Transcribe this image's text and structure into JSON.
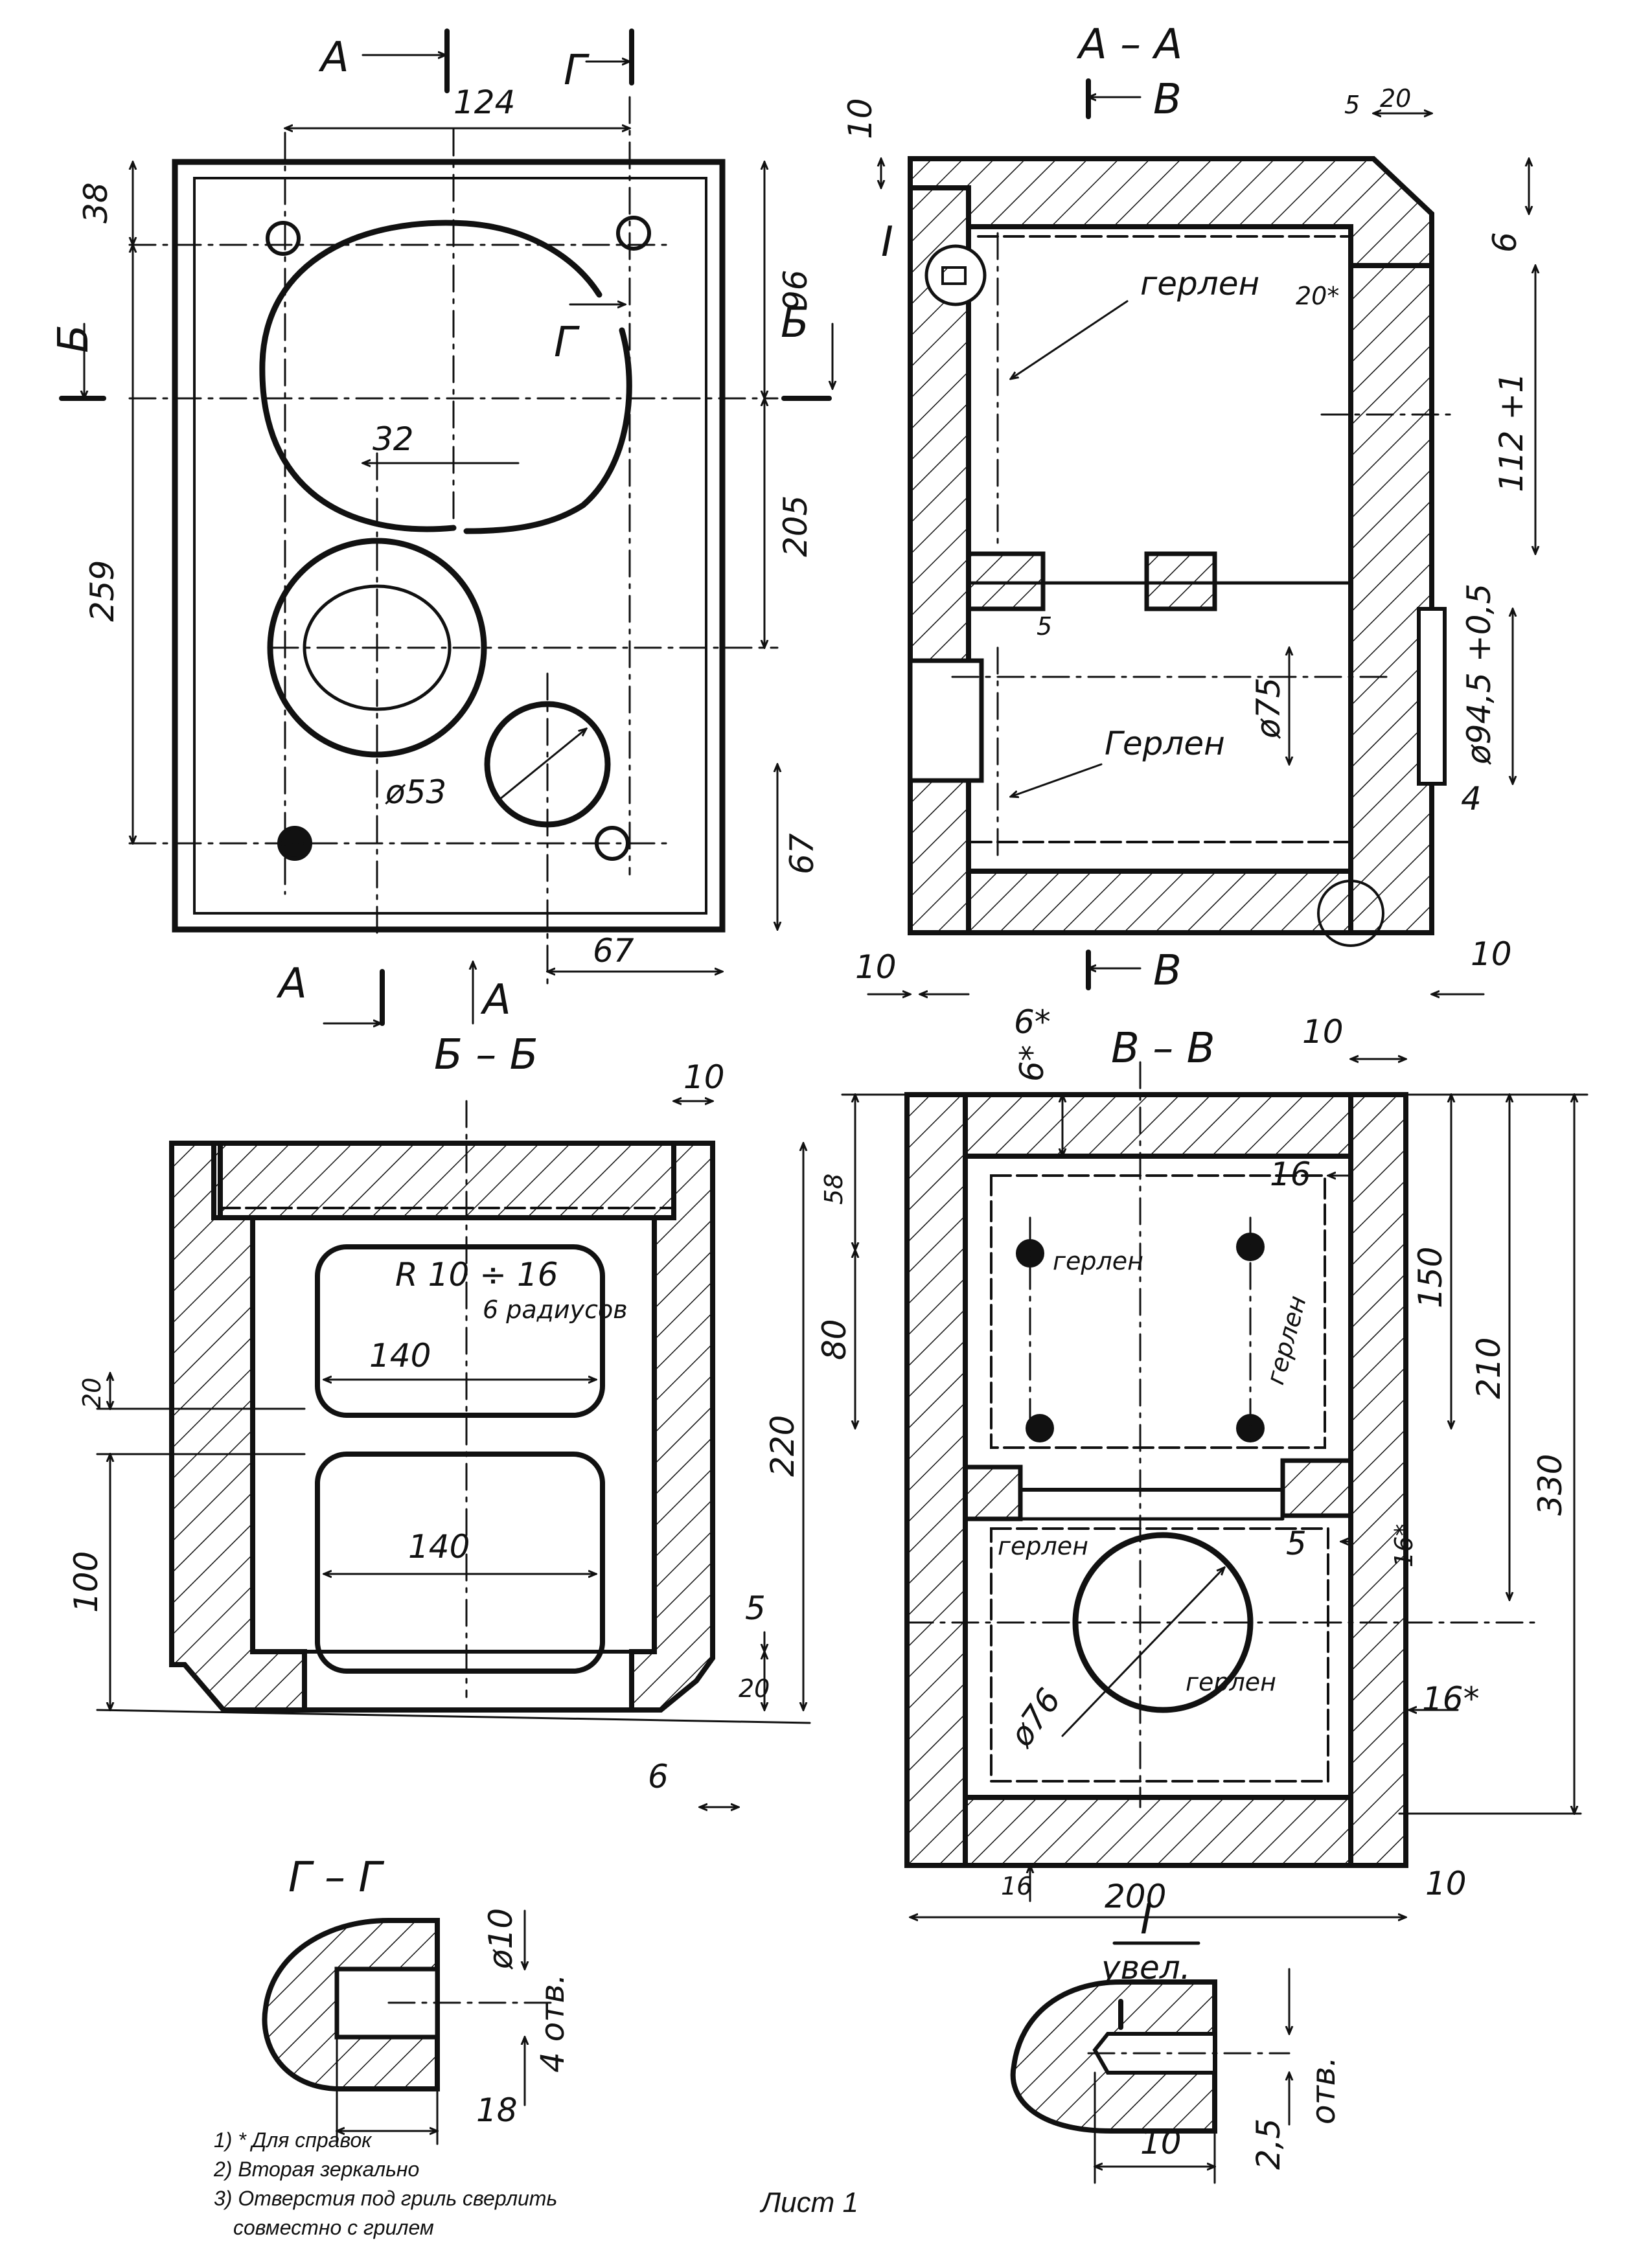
{
  "views": {
    "front": {
      "dims": {
        "d124": "124",
        "d38": "38",
        "d259": "259",
        "d96": "96",
        "d205": "205",
        "d67v": "67",
        "d67h": "67",
        "d32": "32",
        "d53": "ø53"
      },
      "labels": {
        "a_top": "А",
        "g_top": "Г",
        "b_left": "Б",
        "b_right": "Б",
        "g_mid": "Г",
        "a_bottom_left": "А",
        "a_bottom_right": "А"
      }
    },
    "aa": {
      "title": "А – А",
      "labels": {
        "b_top": "В",
        "b_bottom": "В",
        "detail": "I",
        "gerlen1": "герлен",
        "gerlen2": "Герлен"
      },
      "dims": {
        "d10_top": "10",
        "d5": "5",
        "d20": "20",
        "d6_right": "6",
        "d20s": "20*",
        "d112": "112 +1",
        "d94": "ø94,5 +0,5",
        "d75": "ø75",
        "d4": "4",
        "d5_inner": "5",
        "d10_bl": "10",
        "d10_br": "10",
        "d6s": "6*"
      }
    },
    "bb": {
      "title": "Б – Б",
      "labels": {
        "radius": "R 10 ÷ 16",
        "radius_note": "6 радиусов"
      },
      "dims": {
        "d10": "10",
        "d58": "58",
        "d220": "220",
        "d20": "20",
        "d100": "100",
        "d140a": "140",
        "d140b": "140",
        "d5": "5",
        "d20b": "20",
        "d6": "6"
      }
    },
    "vv": {
      "title": "В – В",
      "labels": {
        "gerlen1": "герлен",
        "gerlen2": "герлен",
        "gerlen3": "герлен",
        "gerlen4": "герлен"
      },
      "dims": {
        "d6s": "6*",
        "d10_top": "10",
        "d16": "16",
        "d80": "80",
        "d150": "150",
        "d210": "210",
        "d330": "330",
        "d16s_a": "16*",
        "d5": "5",
        "d76": "ø76",
        "d16s_b": "16*",
        "d16_bottom": "16",
        "d200": "200",
        "d10_bottom": "10"
      }
    },
    "gg": {
      "title": "Г – Г",
      "dims": {
        "d10": "ø10",
        "holes": "4 отв.",
        "d18": "18"
      }
    },
    "detail": {
      "title": "I",
      "subtitle": "увел.",
      "dims": {
        "d25": "2,5",
        "holes": "отв.",
        "d10": "10"
      }
    }
  },
  "notes": [
    "1)  * Для справок",
    "2)   Вторая зеркально",
    "3) Отверстия под гриль сверлить",
    "совместно с грилем"
  ],
  "sheet": "Лист 1"
}
